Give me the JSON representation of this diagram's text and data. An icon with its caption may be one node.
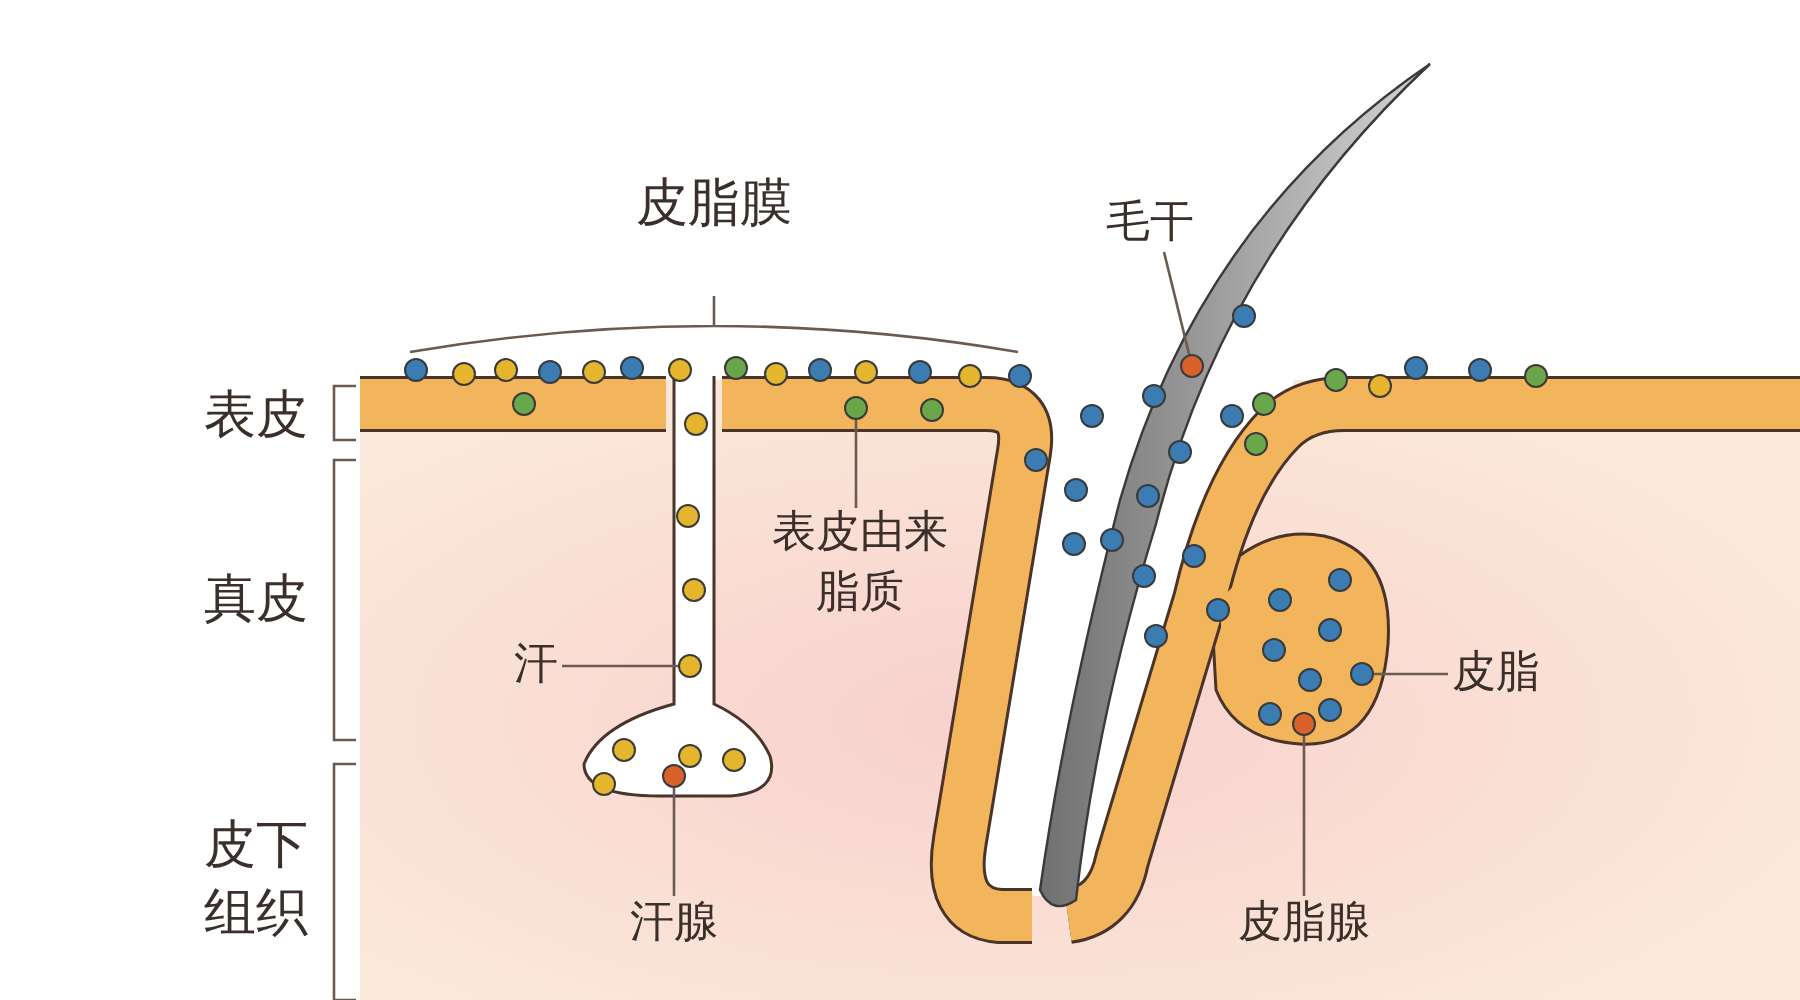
{
  "diagram": {
    "nodes": [
      {
        "text": [
          "毛干"
        ]
      },
      {
        "text": [],
        "shape": "circle"
      },
      {
        "text": [
          "表皮由来脂质"
        ]
      },
      {
        "text": [],
        "shape": "circle"
      },
      {
        "text": [
          "汗"
        ]
      },
      {
        "text": [],
        "shape": "circle"
      },
      {
        "text": [
          "汗腺"
        ]
      },
      {
        "text": [],
        "shape": "circle"
      },
      {
        "text": [
          "皮脂"
        ]
      },
      {
        "text": [],
        "shape": "circle"
      },
      {
        "text": [
          "皮脂腺"
        ]
      },
      {
        "text": [],
        "shape": "circle"
      }
    ],
    "edges": [
      {
        "from": 0,
        "to": 1,
        "arrow": "none"
      },
      {
        "from": 2,
        "to": 3,
        "arrow": "none"
      },
      {
        "from": 4,
        "to": 5,
        "arrow": "none"
      },
      {
        "from": 6,
        "to": 7,
        "arrow": "none"
      },
      {
        "from": 8,
        "to": 9,
        "arrow": "none"
      },
      {
        "from": 10,
        "to": 11,
        "arrow": "none"
      }
    ],
    "labels": [
      "皮脂膜",
      "表皮",
      "真皮",
      "皮下组织"
    ]
  }
}
